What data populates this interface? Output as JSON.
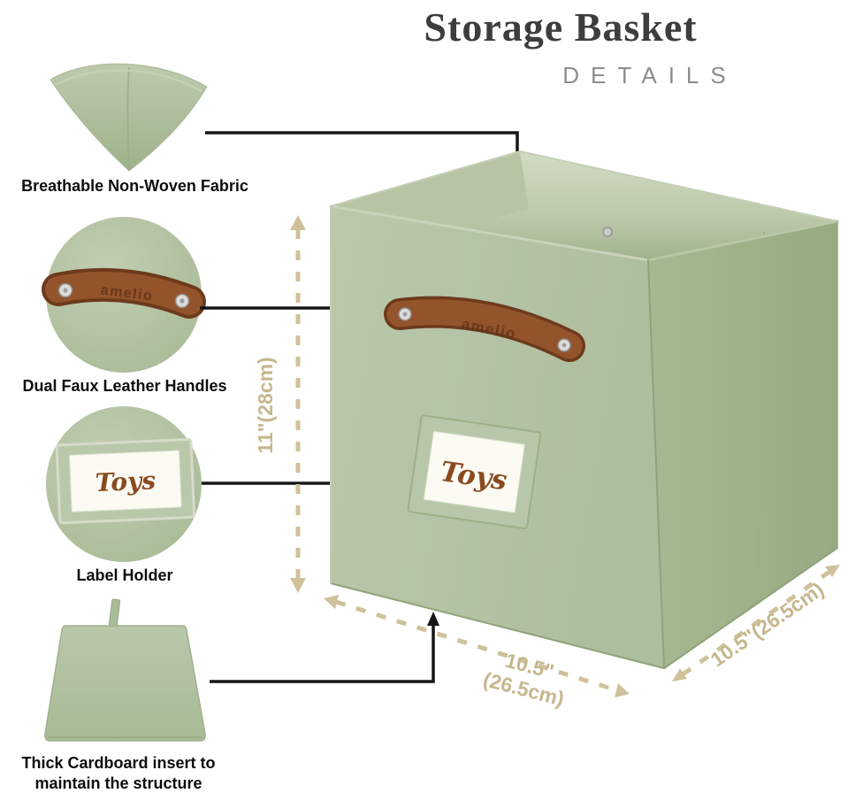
{
  "header": {
    "title": "Storage Basket",
    "subtitle": "DETAILS"
  },
  "features": [
    {
      "label": "Breathable Non-Woven Fabric"
    },
    {
      "label": "Dual Faux Leather Handles"
    },
    {
      "label": "Label Holder"
    },
    {
      "label": "Thick Cardboard insert to",
      "label2": "maintain the structure"
    }
  ],
  "basket": {
    "label_card_text": "Toys",
    "handle_embossed_text": "amelio"
  },
  "dimensions": {
    "height": "11\"(28cm)",
    "width_line1": "10.5\"",
    "width_line2": "(26.5cm)",
    "depth": "10.5\"(26.5cm)"
  },
  "colors": {
    "sage_front": "#b6c5a7",
    "sage_right": "#a4b791",
    "sage_interior_light": "#d2dcc5",
    "handle_brown": "#94542b",
    "handle_brown_dark": "#6d3a1c",
    "tan_dimension": "#c6b78d",
    "tan_dashes": "#cfc19b",
    "title_dark": "#3d3d3d",
    "subtitle_gray": "#8d8d8d",
    "label_text_brown": "#8a4a1f",
    "pointer_black": "#161616"
  }
}
